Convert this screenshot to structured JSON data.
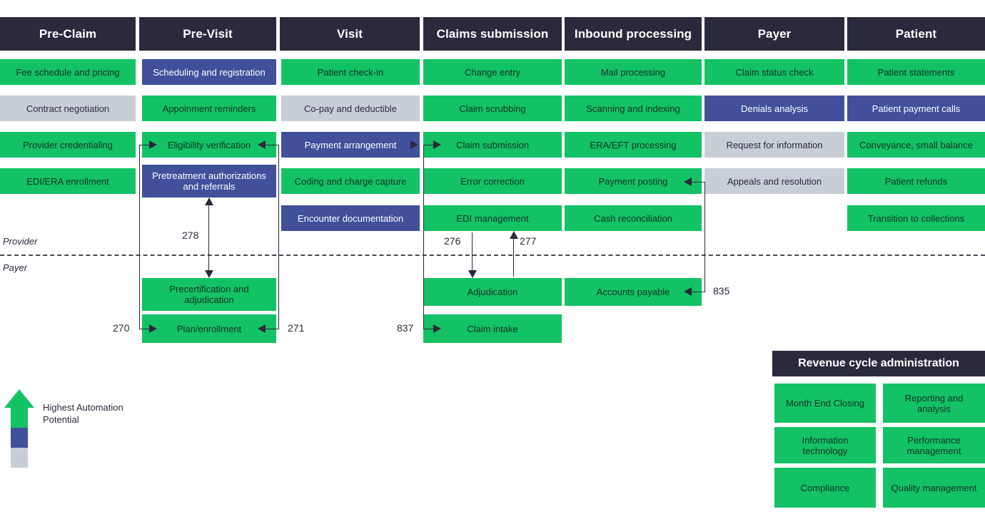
{
  "columns": [
    {
      "title": "Pre-Claim",
      "items": [
        {
          "label": "Fee schedule and pricing",
          "tone": "green"
        },
        {
          "label": "Contract negotiation",
          "tone": "gray"
        },
        {
          "label": "Provider credentialing",
          "tone": "green"
        },
        {
          "label": "EDI/ERA enrollment",
          "tone": "green"
        }
      ]
    },
    {
      "title": "Pre-Visit",
      "items": [
        {
          "label": "Scheduling and registration",
          "tone": "blue"
        },
        {
          "label": "Appoinment reminders",
          "tone": "green"
        },
        {
          "label": "Eligibility verification",
          "tone": "green"
        },
        {
          "label": "Pretreatment authorizations and referrals",
          "tone": "blue"
        }
      ]
    },
    {
      "title": "Visit",
      "items": [
        {
          "label": "Patient check-in",
          "tone": "green"
        },
        {
          "label": "Co-pay and deductible",
          "tone": "gray"
        },
        {
          "label": "Payment arrangement",
          "tone": "blue"
        },
        {
          "label": "Coding and charge capture",
          "tone": "green"
        },
        {
          "label": "Encounter documentation",
          "tone": "blue"
        }
      ]
    },
    {
      "title": "Claims submission",
      "items": [
        {
          "label": "Change entry",
          "tone": "green"
        },
        {
          "label": "Claim scrubbing",
          "tone": "green"
        },
        {
          "label": "Claim submission",
          "tone": "green"
        },
        {
          "label": "Error correction",
          "tone": "green"
        },
        {
          "label": "EDI management",
          "tone": "green"
        }
      ]
    },
    {
      "title": "Inbound processing",
      "items": [
        {
          "label": "Mail processing",
          "tone": "green"
        },
        {
          "label": "Scanning and indexing",
          "tone": "green"
        },
        {
          "label": "ERA/EFT processing",
          "tone": "green"
        },
        {
          "label": "Payment posting",
          "tone": "green"
        },
        {
          "label": "Cash reconciliation",
          "tone": "green"
        }
      ]
    },
    {
      "title": "Payer",
      "items": [
        {
          "label": "Claim status check",
          "tone": "green"
        },
        {
          "label": "Denials analysis",
          "tone": "blue"
        },
        {
          "label": "Request for information",
          "tone": "gray"
        },
        {
          "label": "Appeals and resolution",
          "tone": "gray"
        }
      ]
    },
    {
      "title": "Patient",
      "items": [
        {
          "label": "Patient statements",
          "tone": "green"
        },
        {
          "label": "Patient payment calls",
          "tone": "blue"
        },
        {
          "label": "Conveyance, small balance",
          "tone": "green"
        },
        {
          "label": "Patient refunds",
          "tone": "green"
        },
        {
          "label": "Transition to collections",
          "tone": "green"
        }
      ]
    }
  ],
  "lanes": {
    "provider": "Provider",
    "payer": "Payer"
  },
  "payer_boxes": [
    {
      "label": "Precertification and adjudication",
      "tone": "green"
    },
    {
      "label": "Plan/enrollment",
      "tone": "green"
    },
    {
      "label": "Adjudication",
      "tone": "green"
    },
    {
      "label": "Claim intake",
      "tone": "green"
    },
    {
      "label": "Accounts payable",
      "tone": "green"
    }
  ],
  "edge_labels": {
    "e270": "270",
    "e271": "271",
    "e276": "276",
    "e277": "277",
    "e278": "278",
    "e835": "835",
    "e837": "837"
  },
  "legend": {
    "text": "Highest Automation\nPotential",
    "colors": [
      "#13c264",
      "#41509b",
      "#c8ced5"
    ]
  },
  "revenue_cycle": {
    "title": "Revenue cycle administration",
    "items": [
      {
        "label": "Month End Closing",
        "tone": "green"
      },
      {
        "label": "Reporting and analysis",
        "tone": "green"
      },
      {
        "label": "Information technology",
        "tone": "green"
      },
      {
        "label": "Performance management",
        "tone": "green"
      },
      {
        "label": "Compliance",
        "tone": "green"
      },
      {
        "label": "Quality management",
        "tone": "green"
      }
    ]
  },
  "palette": {
    "navy": "#2a2a3c",
    "green": "#13c264",
    "blue": "#41509b",
    "gray": "#c8ced5"
  }
}
